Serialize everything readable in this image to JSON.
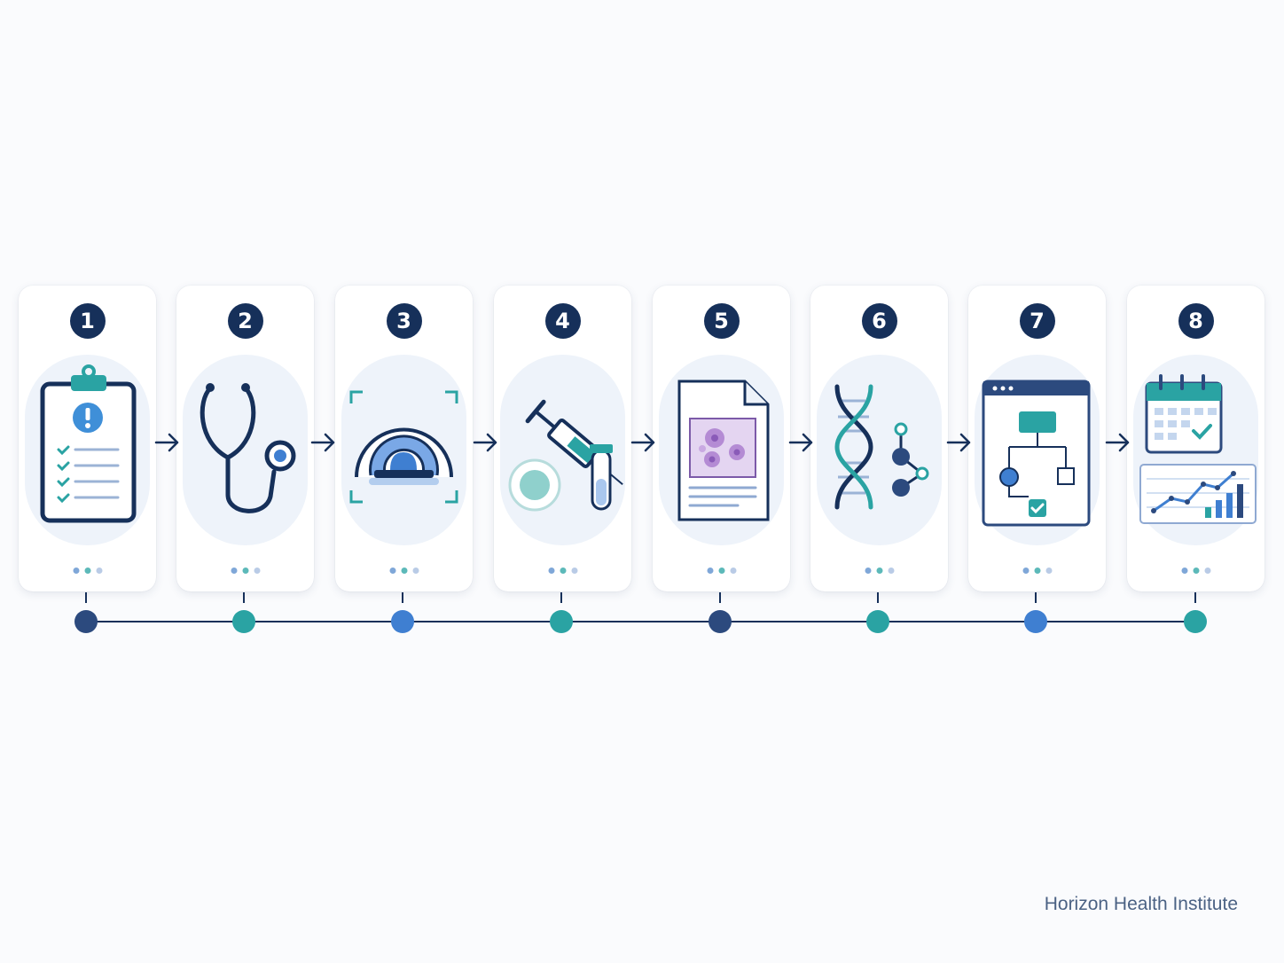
{
  "steps": [
    {
      "number": "1",
      "icon": "clipboard-alert-icon"
    },
    {
      "number": "2",
      "icon": "stethoscope-icon"
    },
    {
      "number": "3",
      "icon": "mri-scanner-icon"
    },
    {
      "number": "4",
      "icon": "syringe-sample-icon"
    },
    {
      "number": "5",
      "icon": "pathology-report-icon"
    },
    {
      "number": "6",
      "icon": "dna-molecule-icon"
    },
    {
      "number": "7",
      "icon": "treatment-plan-icon"
    },
    {
      "number": "8",
      "icon": "calendar-chart-icon"
    }
  ],
  "timeline_node_colors": [
    "#2c4a7e",
    "#2aa3a3",
    "#3f7fd1",
    "#2aa3a3",
    "#2c4a7e",
    "#2aa3a3",
    "#3f7fd1",
    "#2aa3a3"
  ],
  "colors": {
    "navy": "#16305a",
    "teal": "#2aa3a3",
    "blue": "#3f7fd1",
    "purple": "#9b6cc4"
  },
  "footer": {
    "brand": "Horizon Health Institute"
  }
}
